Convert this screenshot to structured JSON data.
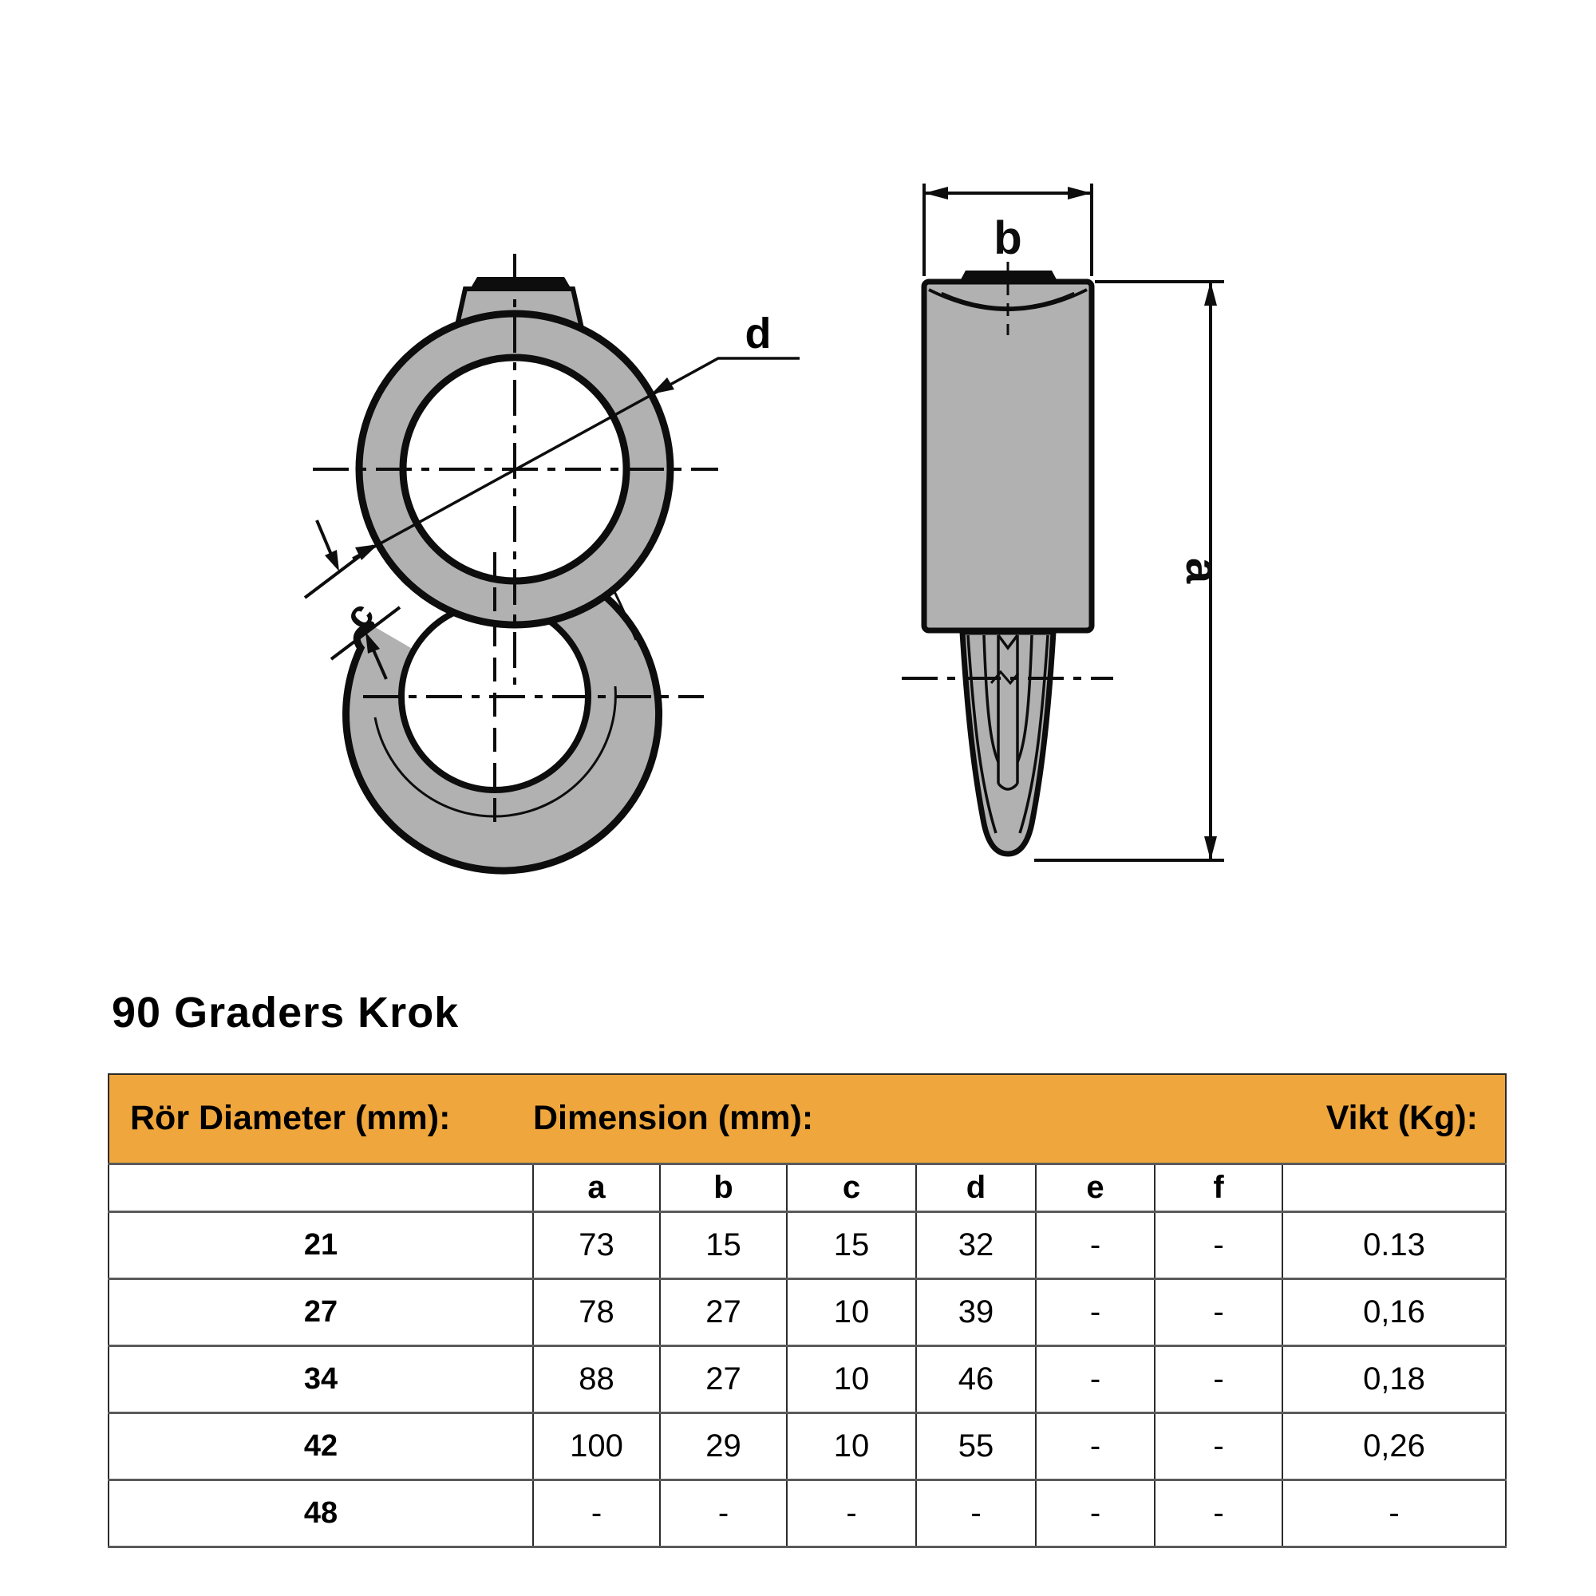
{
  "title": "90 Graders Krok",
  "drawing": {
    "labels": {
      "a": "a",
      "b": "b",
      "c": "c",
      "d": "d"
    },
    "fill_gray": "#b1b1b1",
    "line_black": "#0d0d0d"
  },
  "colors": {
    "header_orange": "#efa63c",
    "table_border_dark": "#2b2b2b",
    "table_border_light": "#5a5a5a"
  },
  "table": {
    "header": {
      "col_diameter": "Rör  Diameter (mm):",
      "col_dimension": "Dimension (mm):",
      "col_weight": "Vikt (Kg):"
    },
    "sub_headers": [
      "",
      "a",
      "b",
      "c",
      "d",
      "e",
      "f",
      ""
    ],
    "rows": [
      {
        "diameter": "21",
        "values": [
          "73",
          "15",
          "15",
          "32",
          "-",
          "-"
        ],
        "weight": "0.13"
      },
      {
        "diameter": "27",
        "values": [
          "78",
          "27",
          "10",
          "39",
          "-",
          "-"
        ],
        "weight": "0,16"
      },
      {
        "diameter": "34",
        "values": [
          "88",
          "27",
          "10",
          "46",
          "-",
          "-"
        ],
        "weight": "0,18"
      },
      {
        "diameter": "42",
        "values": [
          "100",
          "29",
          "10",
          "55",
          "-",
          "-"
        ],
        "weight": "0,26"
      },
      {
        "diameter": "48",
        "values": [
          "-",
          "-",
          "-",
          "-",
          "-",
          "-"
        ],
        "weight": "-"
      }
    ]
  }
}
